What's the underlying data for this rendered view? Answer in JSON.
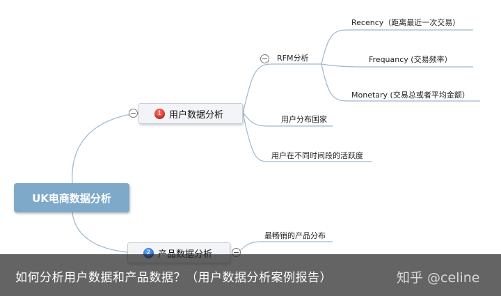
{
  "root": {
    "label": "UK电商数据分析",
    "color": "#7fa9c9"
  },
  "branches": [
    {
      "label": "用户数据分析",
      "badge": "1",
      "badge_color": "#e0281b",
      "children": [
        {
          "label": "RFM分析",
          "children": [
            {
              "label": "Recency（距离最近一次交易）"
            },
            {
              "label": "Frequancy (交易频率）"
            },
            {
              "label": "Monetary (交易总或者平均金额）"
            }
          ]
        },
        {
          "label": "用户分布国家"
        },
        {
          "label": "用户在不同时间段的活跃度"
        }
      ]
    },
    {
      "label": "产品数据分析",
      "badge": "2",
      "badge_color": "#1a63d8",
      "children": [
        {
          "label": "最畅销的产品分布"
        }
      ]
    }
  ],
  "caption": "如何分析用户数据和产品数据？（用户数据分析案例报告）",
  "watermark": "知乎 @celine",
  "line_color": "#9fb7cc"
}
